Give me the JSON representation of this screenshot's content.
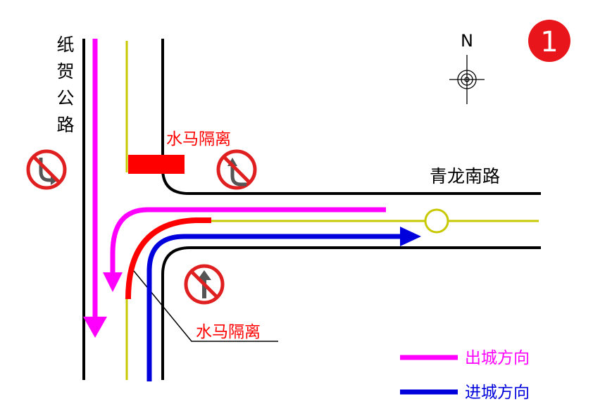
{
  "diagram": {
    "badge_number": "1",
    "north_label": "N",
    "road_vertical_name": [
      "纸",
      "贺",
      "公",
      "路"
    ],
    "road_horizontal_name": "青龙南路",
    "barrier_label_top": "水马隔离",
    "barrier_label_bottom": "水马隔离",
    "legend": [
      {
        "label": "出城方向",
        "color": "#ff00ff"
      },
      {
        "label": "进城方向",
        "color": "#0000dd"
      }
    ],
    "colors": {
      "road_edge": "#000000",
      "center_line": "#c8c800",
      "barrier": "#ff0000",
      "sign_ring": "#e02020",
      "badge": "#e8161b"
    },
    "signs": [
      {
        "name": "no-u-turn-sign",
        "icon": "no-u-turn-icon"
      },
      {
        "name": "no-left-turn-sign",
        "icon": "no-left-turn-icon"
      },
      {
        "name": "no-straight-sign",
        "icon": "no-straight-icon"
      }
    ]
  }
}
